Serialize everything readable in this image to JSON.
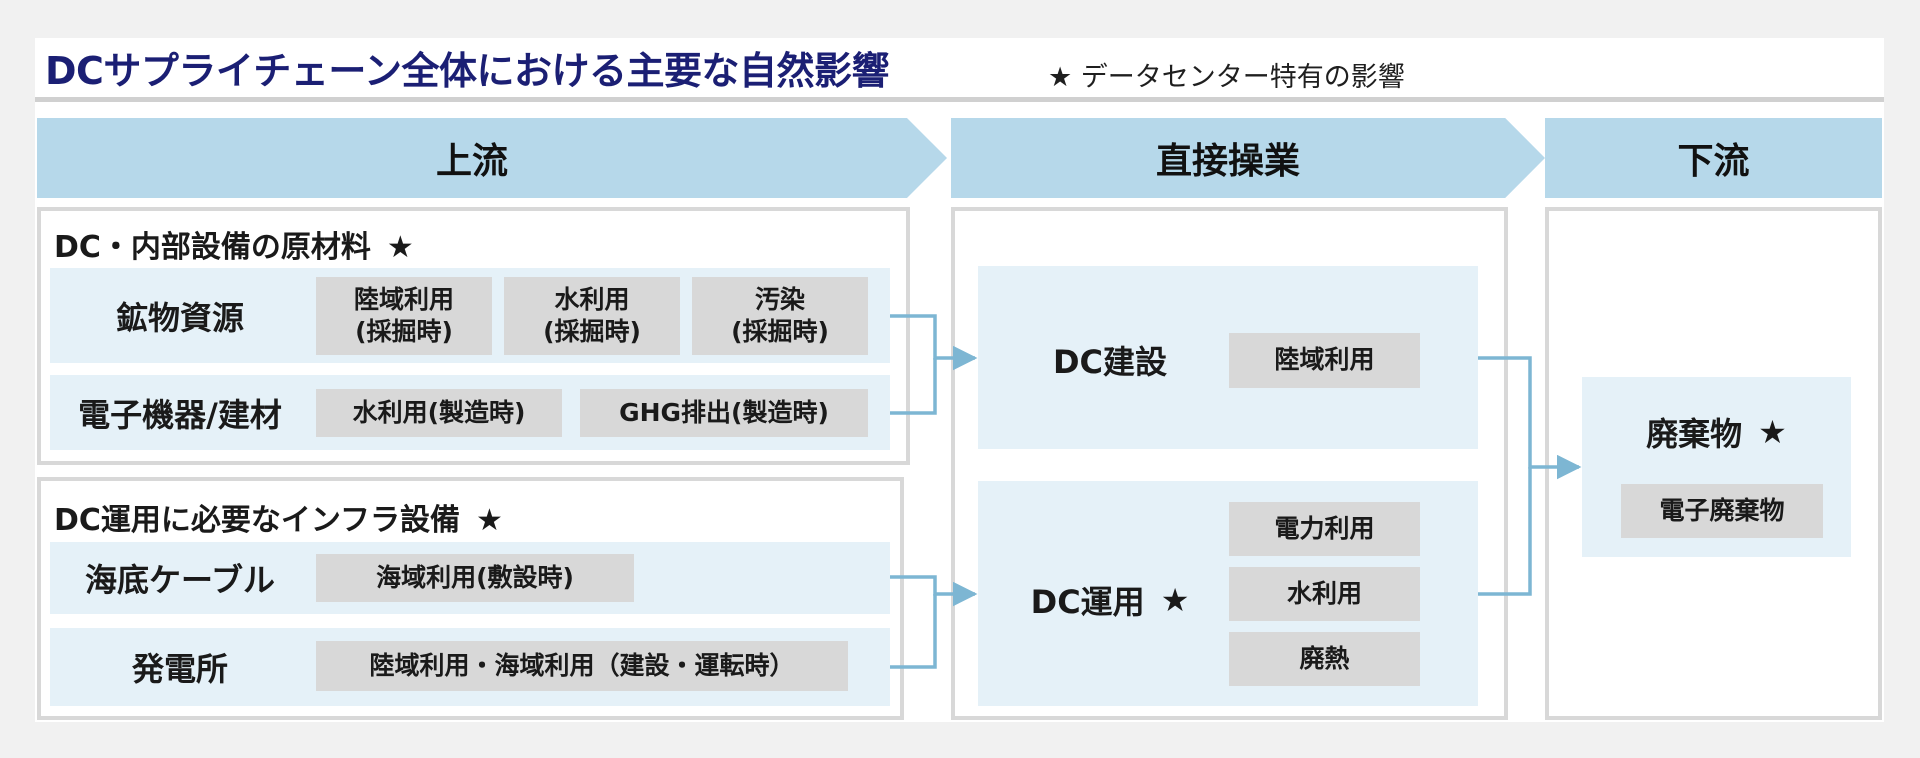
{
  "title": "DCサプライチェーン全体における主要な自然影響",
  "legend": "★ データセンター特有の影響",
  "stages": {
    "upstream": "上流",
    "direct": "直接操業",
    "downstream": "下流"
  },
  "upstream": {
    "materials": {
      "title": "DC・内部設備の原材料",
      "star": "★",
      "rows": [
        {
          "label": "鉱物資源",
          "tags": [
            "陸域利用\n(採掘時)",
            "水利用\n(採掘時)",
            "汚染\n(採掘時)"
          ]
        },
        {
          "label": "電子機器/建材",
          "tags": [
            "水利用(製造時)",
            "GHG排出(製造時)"
          ]
        }
      ]
    },
    "infra": {
      "title": "DC運用に必要なインフラ設備",
      "star": "★",
      "rows": [
        {
          "label": "海底ケーブル",
          "tags": [
            "海域利用(敷設時)"
          ]
        },
        {
          "label": "発電所",
          "tags": [
            "陸域利用・海域利用（建設・運転時）"
          ]
        }
      ]
    }
  },
  "direct": {
    "construction": {
      "label": "DC建設",
      "tags": [
        "陸域利用"
      ]
    },
    "operation": {
      "label": "DC運用",
      "star": "★",
      "tags": [
        "電力利用",
        "水利用",
        "廃熱"
      ]
    }
  },
  "downstream": {
    "waste": {
      "label": "廃棄物",
      "star": "★",
      "tags": [
        "電子廃棄物"
      ]
    }
  },
  "colors": {
    "title": "#1b1f74",
    "stage_header": "#b6d8ea",
    "band": "#e5f1f8",
    "tag": "#d8d8d8",
    "arrow": "#7db6d3",
    "frame": "#d8d8d8"
  }
}
